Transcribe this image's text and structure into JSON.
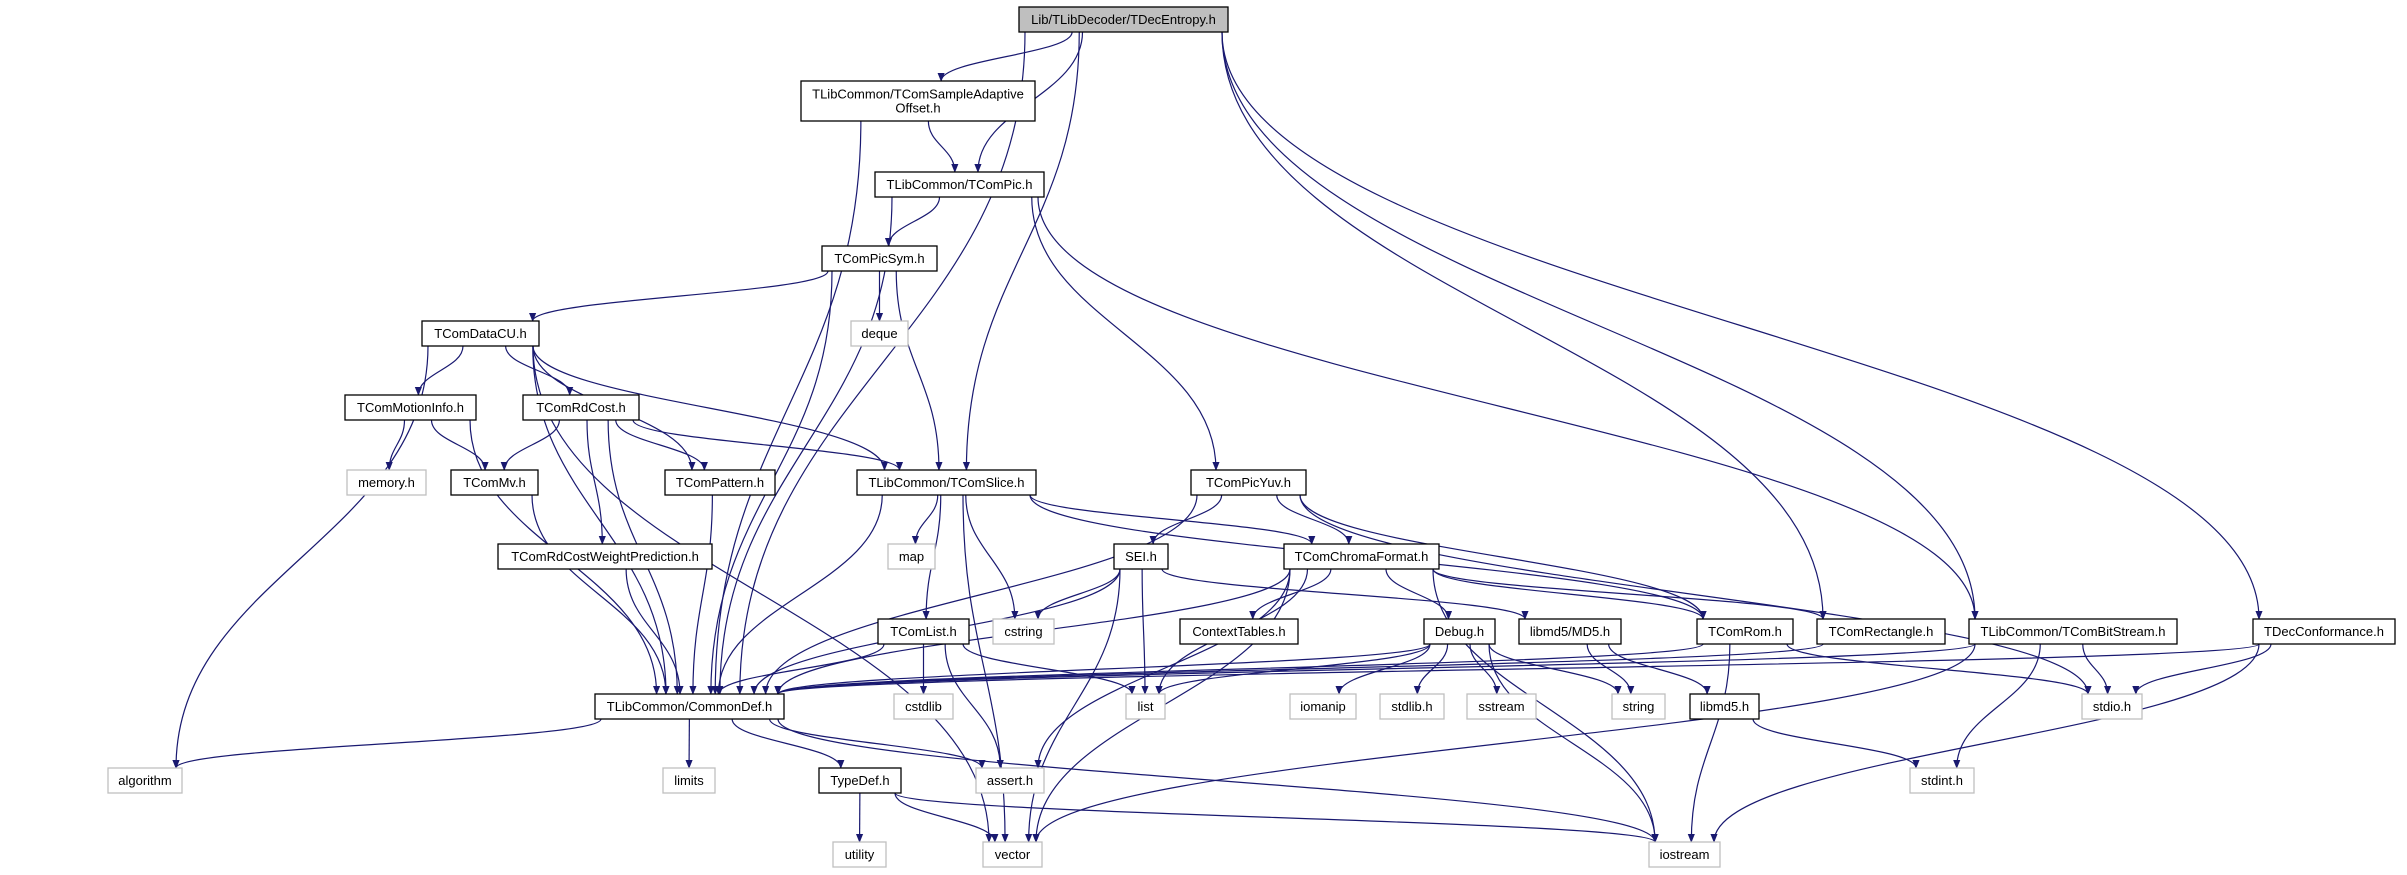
{
  "graph": {
    "edge_color": "#191970",
    "root_fill": "#bfbfbf",
    "external_stroke": "#bfbfbf",
    "nodes": [
      {
        "id": "root",
        "label": [
          "Lib/TLibDecoder/TDecEntropy.h"
        ],
        "kind": "root"
      },
      {
        "id": "sao",
        "label": [
          "TLibCommon/TComSampleAdaptive",
          "Offset.h"
        ],
        "kind": "local"
      },
      {
        "id": "pic",
        "label": [
          "TLibCommon/TComPic.h"
        ],
        "kind": "local"
      },
      {
        "id": "picsym",
        "label": [
          "TComPicSym.h"
        ],
        "kind": "local"
      },
      {
        "id": "deque",
        "label": [
          "deque"
        ],
        "kind": "external"
      },
      {
        "id": "datacu",
        "label": [
          "TComDataCU.h"
        ],
        "kind": "local"
      },
      {
        "id": "motion",
        "label": [
          "TComMotionInfo.h"
        ],
        "kind": "local"
      },
      {
        "id": "rdcost",
        "label": [
          "TComRdCost.h"
        ],
        "kind": "local"
      },
      {
        "id": "memory",
        "label": [
          "memory.h"
        ],
        "kind": "external"
      },
      {
        "id": "mv",
        "label": [
          "TComMv.h"
        ],
        "kind": "local"
      },
      {
        "id": "pattern",
        "label": [
          "TComPattern.h"
        ],
        "kind": "local"
      },
      {
        "id": "slice",
        "label": [
          "TLibCommon/TComSlice.h"
        ],
        "kind": "local"
      },
      {
        "id": "picyuv",
        "label": [
          "TComPicYuv.h"
        ],
        "kind": "local"
      },
      {
        "id": "rdwp",
        "label": [
          "TComRdCostWeightPrediction.h"
        ],
        "kind": "local"
      },
      {
        "id": "map",
        "label": [
          "map"
        ],
        "kind": "external"
      },
      {
        "id": "sei",
        "label": [
          "SEI.h"
        ],
        "kind": "local"
      },
      {
        "id": "chroma",
        "label": [
          "TComChromaFormat.h"
        ],
        "kind": "local"
      },
      {
        "id": "list_h",
        "label": [
          "TComList.h"
        ],
        "kind": "local"
      },
      {
        "id": "cstring",
        "label": [
          "cstring"
        ],
        "kind": "external"
      },
      {
        "id": "ctxtables",
        "label": [
          "ContextTables.h"
        ],
        "kind": "local"
      },
      {
        "id": "debug",
        "label": [
          "Debug.h"
        ],
        "kind": "local"
      },
      {
        "id": "md5",
        "label": [
          "libmd5/MD5.h"
        ],
        "kind": "local"
      },
      {
        "id": "rom",
        "label": [
          "TComRom.h"
        ],
        "kind": "local"
      },
      {
        "id": "rect",
        "label": [
          "TComRectangle.h"
        ],
        "kind": "local"
      },
      {
        "id": "bitstream",
        "label": [
          "TLibCommon/TComBitStream.h"
        ],
        "kind": "local"
      },
      {
        "id": "conf",
        "label": [
          "TDecConformance.h"
        ],
        "kind": "local"
      },
      {
        "id": "commondef",
        "label": [
          "TLibCommon/CommonDef.h"
        ],
        "kind": "local"
      },
      {
        "id": "cstdlib",
        "label": [
          "cstdlib"
        ],
        "kind": "external"
      },
      {
        "id": "list",
        "label": [
          "list"
        ],
        "kind": "external"
      },
      {
        "id": "iomanip",
        "label": [
          "iomanip"
        ],
        "kind": "external"
      },
      {
        "id": "stdlib",
        "label": [
          "stdlib.h"
        ],
        "kind": "external"
      },
      {
        "id": "sstream",
        "label": [
          "sstream"
        ],
        "kind": "external"
      },
      {
        "id": "string",
        "label": [
          "string"
        ],
        "kind": "external"
      },
      {
        "id": "libmd5",
        "label": [
          "libmd5.h"
        ],
        "kind": "local"
      },
      {
        "id": "stdio",
        "label": [
          "stdio.h"
        ],
        "kind": "external"
      },
      {
        "id": "algorithm",
        "label": [
          "algorithm"
        ],
        "kind": "external"
      },
      {
        "id": "limits",
        "label": [
          "limits"
        ],
        "kind": "external"
      },
      {
        "id": "typedef",
        "label": [
          "TypeDef.h"
        ],
        "kind": "local"
      },
      {
        "id": "assert",
        "label": [
          "assert.h"
        ],
        "kind": "external"
      },
      {
        "id": "stdint",
        "label": [
          "stdint.h"
        ],
        "kind": "external"
      },
      {
        "id": "utility",
        "label": [
          "utility"
        ],
        "kind": "external"
      },
      {
        "id": "vector",
        "label": [
          "vector"
        ],
        "kind": "external"
      },
      {
        "id": "iostream",
        "label": [
          "iostream"
        ],
        "kind": "external"
      }
    ],
    "edges": [
      [
        "root",
        "commondef"
      ],
      [
        "root",
        "sao"
      ],
      [
        "root",
        "pic"
      ],
      [
        "root",
        "slice"
      ],
      [
        "root",
        "rect"
      ],
      [
        "root",
        "bitstream"
      ],
      [
        "root",
        "conf"
      ],
      [
        "sao",
        "pic"
      ],
      [
        "sao",
        "commondef"
      ],
      [
        "pic",
        "picsym"
      ],
      [
        "pic",
        "commondef"
      ],
      [
        "pic",
        "picyuv"
      ],
      [
        "pic",
        "bitstream"
      ],
      [
        "picsym",
        "datacu"
      ],
      [
        "picsym",
        "deque"
      ],
      [
        "picsym",
        "slice"
      ],
      [
        "picsym",
        "commondef"
      ],
      [
        "datacu",
        "motion"
      ],
      [
        "datacu",
        "rdcost"
      ],
      [
        "datacu",
        "pattern"
      ],
      [
        "datacu",
        "slice"
      ],
      [
        "datacu",
        "commondef"
      ],
      [
        "datacu",
        "algorithm"
      ],
      [
        "datacu",
        "vector"
      ],
      [
        "motion",
        "memory"
      ],
      [
        "motion",
        "mv"
      ],
      [
        "motion",
        "commondef"
      ],
      [
        "rdcost",
        "mv"
      ],
      [
        "rdcost",
        "pattern"
      ],
      [
        "rdcost",
        "slice"
      ],
      [
        "rdcost",
        "rdwp"
      ],
      [
        "rdcost",
        "commondef"
      ],
      [
        "mv",
        "commondef"
      ],
      [
        "pattern",
        "commondef"
      ],
      [
        "rdwp",
        "commondef"
      ],
      [
        "slice",
        "map"
      ],
      [
        "slice",
        "cstring"
      ],
      [
        "slice",
        "list_h"
      ],
      [
        "slice",
        "commondef"
      ],
      [
        "slice",
        "chroma"
      ],
      [
        "slice",
        "rom"
      ],
      [
        "slice",
        "vector"
      ],
      [
        "picyuv",
        "sei"
      ],
      [
        "picyuv",
        "chroma"
      ],
      [
        "picyuv",
        "rom"
      ],
      [
        "picyuv",
        "stdio"
      ],
      [
        "picyuv",
        "commondef"
      ],
      [
        "sei",
        "commondef"
      ],
      [
        "sei",
        "cstring"
      ],
      [
        "sei",
        "list"
      ],
      [
        "sei",
        "vector"
      ],
      [
        "sei",
        "md5"
      ],
      [
        "list_h",
        "commondef"
      ],
      [
        "list_h",
        "cstdlib"
      ],
      [
        "list_h",
        "assert"
      ],
      [
        "list_h",
        "list"
      ],
      [
        "chroma",
        "ctxtables"
      ],
      [
        "chroma",
        "debug"
      ],
      [
        "chroma",
        "rom"
      ],
      [
        "chroma",
        "rect"
      ],
      [
        "chroma",
        "commondef"
      ],
      [
        "chroma",
        "iostream"
      ],
      [
        "chroma",
        "vector"
      ],
      [
        "chroma",
        "list"
      ],
      [
        "chroma",
        "assert"
      ],
      [
        "debug",
        "commondef"
      ],
      [
        "debug",
        "iomanip"
      ],
      [
        "debug",
        "stdlib"
      ],
      [
        "debug",
        "sstream"
      ],
      [
        "debug",
        "string"
      ],
      [
        "debug",
        "iostream"
      ],
      [
        "debug",
        "list"
      ],
      [
        "md5",
        "string"
      ],
      [
        "md5",
        "libmd5"
      ],
      [
        "libmd5",
        "stdint"
      ],
      [
        "rom",
        "commondef"
      ],
      [
        "rom",
        "stdio"
      ],
      [
        "rom",
        "iostream"
      ],
      [
        "rect",
        "commondef"
      ],
      [
        "bitstream",
        "commondef"
      ],
      [
        "bitstream",
        "stdint"
      ],
      [
        "bitstream",
        "stdio"
      ],
      [
        "bitstream",
        "vector"
      ],
      [
        "conf",
        "commondef"
      ],
      [
        "conf",
        "stdio"
      ],
      [
        "conf",
        "iostream"
      ],
      [
        "commondef",
        "algorithm"
      ],
      [
        "commondef",
        "limits"
      ],
      [
        "commondef",
        "typedef"
      ],
      [
        "commondef",
        "assert"
      ],
      [
        "commondef",
        "iostream"
      ],
      [
        "typedef",
        "utility"
      ],
      [
        "typedef",
        "vector"
      ],
      [
        "typedef",
        "iostream"
      ]
    ]
  }
}
